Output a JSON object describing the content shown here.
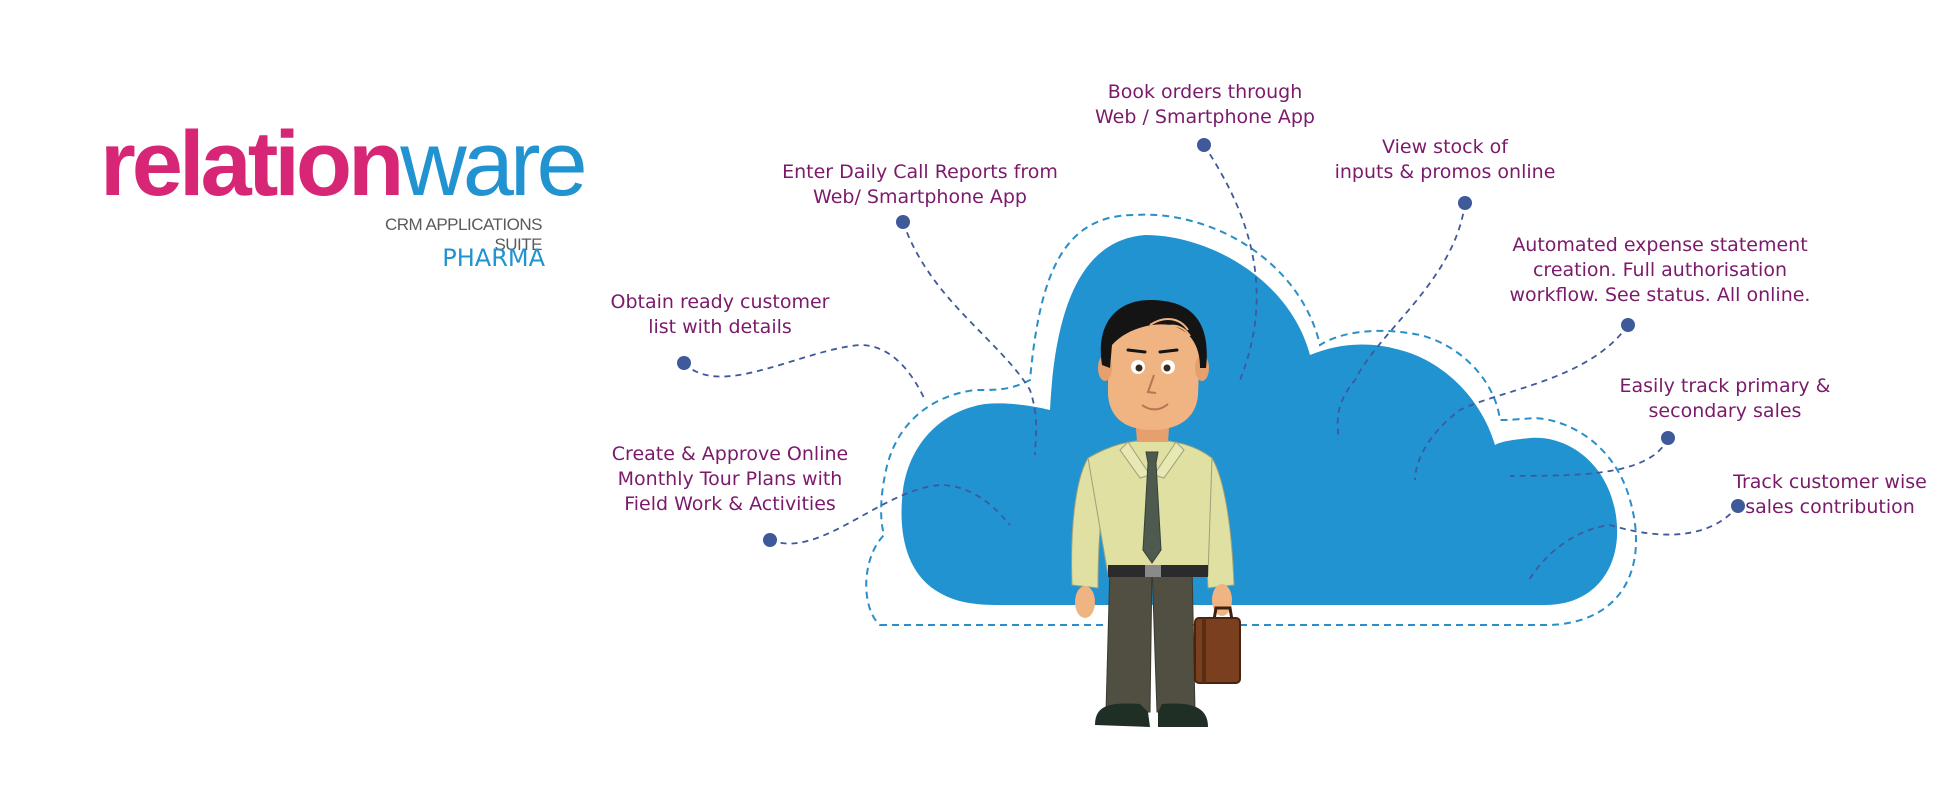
{
  "logo": {
    "word_part1": "relation",
    "word_part2": "ware",
    "tagline": "CRM APPLICATIONS SUITE",
    "product": "PHARMA"
  },
  "colors": {
    "brand_pink": "#d62675",
    "brand_blue": "#2293d1",
    "cloud_blue": "#2293d1",
    "feature_text": "#7b1a6b",
    "connector_dot": "#3e5a9a",
    "connector_line": "#3e5a9a"
  },
  "features": [
    {
      "id": "book-orders",
      "lines": [
        "Book orders through",
        "Web / Smartphone App"
      ]
    },
    {
      "id": "view-stock",
      "lines": [
        "View stock of",
        "inputs & promos online"
      ]
    },
    {
      "id": "daily-call-reports",
      "lines": [
        "Enter Daily Call Reports from",
        "Web/ Smartphone App"
      ]
    },
    {
      "id": "expense-statement",
      "lines": [
        "Automated expense statement",
        "creation. Full authorisation",
        "workflow. See status. All online."
      ]
    },
    {
      "id": "customer-list",
      "lines": [
        "Obtain ready customer",
        "list with details"
      ]
    },
    {
      "id": "track-sales",
      "lines": [
        "Easily track primary &",
        "secondary sales"
      ]
    },
    {
      "id": "tour-plans",
      "lines": [
        "Create & Approve Online",
        "Monthly Tour Plans with",
        "Field Work & Activities"
      ]
    },
    {
      "id": "customer-contribution",
      "lines": [
        "Track customer wise",
        "sales contribution"
      ]
    }
  ]
}
